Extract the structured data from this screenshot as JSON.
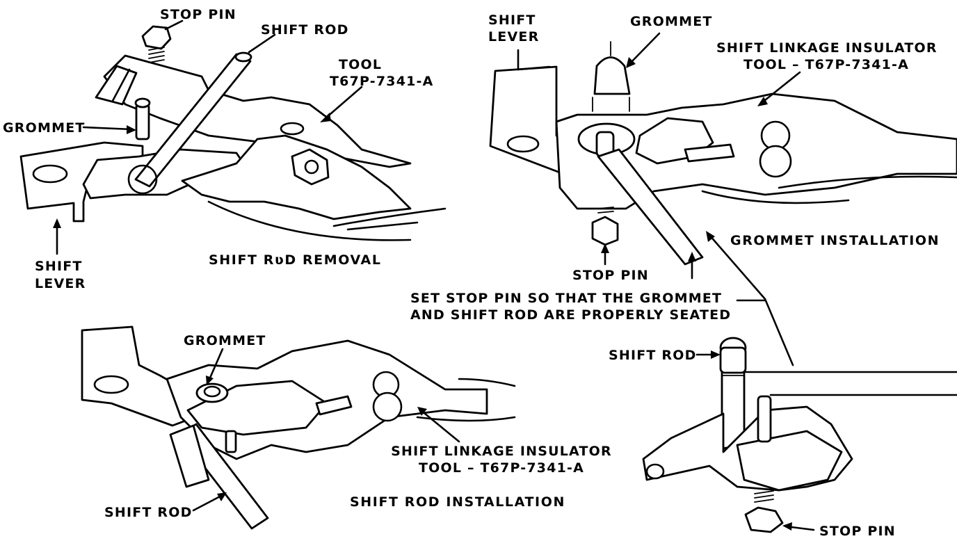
{
  "labels": {
    "tl_stop_pin": "STOP PIN",
    "tl_shift_rod": "SHIFT ROD",
    "tl_tool_1": "TOOL",
    "tl_tool_2": "T67P-7341-A",
    "tl_grommet": "GROMMET",
    "tl_shift_lever_1": "SHIFT",
    "tl_shift_lever_2": "LEVER",
    "tl_caption": "SHIFT RʋD REMOVAL",
    "tr_shift_lever_1": "SHIFT",
    "tr_shift_lever_2": "LEVER",
    "tr_grommet": "GROMMET",
    "tr_tool_1": "SHIFT LINKAGE INSULATOR",
    "tr_tool_2": "TOOL – T67P-7341-A",
    "tr_stop_pin": "STOP PIN",
    "tr_caption": "GROMMET INSTALLATION",
    "note_1": "SET STOP PIN SO THAT THE GROMMET",
    "note_2": "AND SHIFT ROD ARE PROPERLY SEATED",
    "br_shift_rod": "SHIFT ROD",
    "br_stop_pin": "STOP PIN",
    "bl_grommet": "GROMMET",
    "bl_tool_1": "SHIFT LINKAGE INSULATOR",
    "bl_tool_2": "TOOL – T67P-7341-A",
    "bl_shift_rod": "SHIFT ROD",
    "bl_caption": "SHIFT ROD INSTALLATION"
  }
}
